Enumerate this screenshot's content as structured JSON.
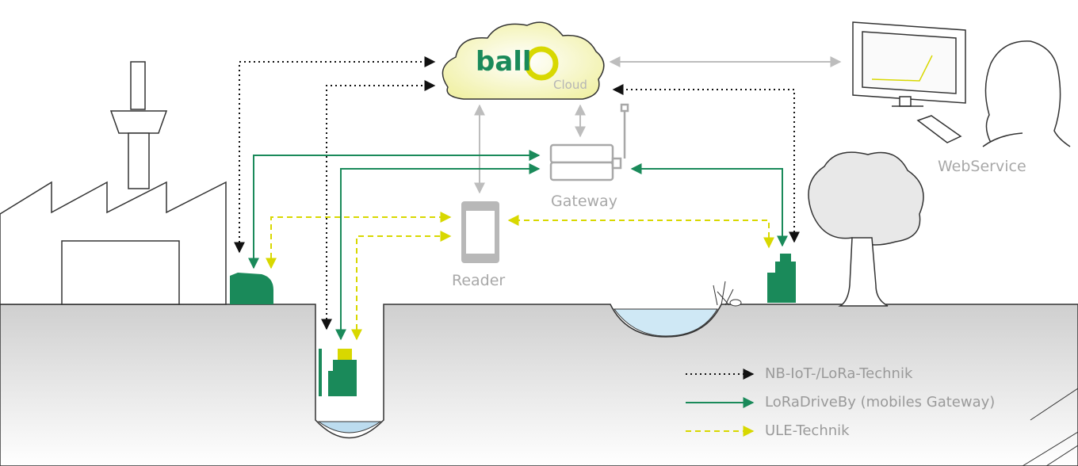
{
  "brand": {
    "logo_text": "ball",
    "cloud_label": "Cloud"
  },
  "nodes": {
    "gateway": "Gateway",
    "reader": "Reader",
    "webservice": "WebService"
  },
  "legend": {
    "items": [
      {
        "label": "NB-IoT-/LoRa-Technik",
        "style": "dotted",
        "color": "#111111"
      },
      {
        "label": "LoRaDriveBy (mobiles Gateway)",
        "style": "solid",
        "color": "#1a8a5a"
      },
      {
        "label": "ULE-Technik",
        "style": "dashed",
        "color": "#d8d800"
      }
    ]
  },
  "colors": {
    "green": "#1a8a5a",
    "yellow": "#d8d800",
    "gray_device": "#b8b8b8",
    "ground": "#d0d0d0",
    "water": "#bcdcef",
    "cloud_fill": "#f5f5c0"
  }
}
